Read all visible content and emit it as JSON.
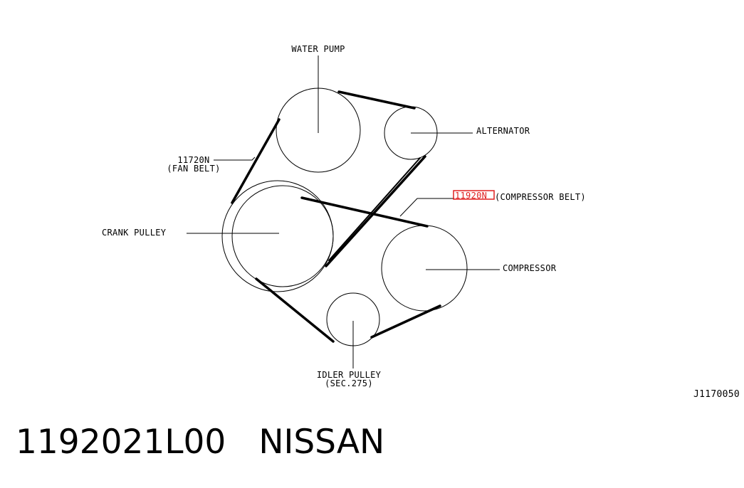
{
  "labels": {
    "water_pump": "WATER PUMP",
    "alternator": "ALTERNATOR",
    "fan_belt_code": "11720N",
    "fan_belt_name": "(FAN BELT)",
    "compressor_belt_code": "11920N",
    "compressor_belt_name": "(COMPRESSOR BELT)",
    "crank_pulley": "CRANK PULLEY",
    "compressor": "COMPRESSOR",
    "idler_pulley": "IDLER PULLEY",
    "idler_ref": "(SEC.275)",
    "drawing_id": "J1170050"
  },
  "footer": {
    "part_number": "1192021L00",
    "brand": "NISSAN"
  },
  "colors": {
    "line": "#000000",
    "highlight": "#e02020"
  }
}
